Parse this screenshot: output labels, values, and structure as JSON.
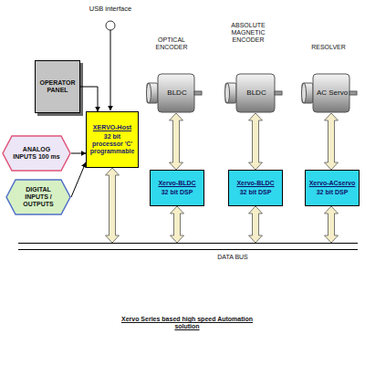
{
  "diagram": {
    "caption": "Xervo Series based high speed Automation solution",
    "nodes": [
      {
        "text": [
          "OPERATOR PANEL"
        ]
      },
      {
        "text": [
          "XERVO-Host",
          "32 bit processor 'C' programmable"
        ]
      },
      {
        "text": [
          "ANALOG INPUTS 100 ms"
        ]
      },
      {
        "text": [
          "DIGITAL INPUTS / OUTPUTS"
        ]
      },
      {
        "text": [
          "BLDC"
        ]
      },
      {
        "text": [
          "BLDC"
        ]
      },
      {
        "text": [
          "AC Servo"
        ]
      },
      {
        "text": [
          "Xervo-BLDC",
          "32 bit DSP"
        ]
      },
      {
        "text": [
          "Xervo-BLDC",
          "32 bit DSP"
        ]
      },
      {
        "text": [
          "Xervo-ACservo",
          "32 bit DSP"
        ]
      },
      {
        "text": [
          "DATA BUS"
        ]
      }
    ],
    "edges": [
      {
        "from": 0,
        "to": 1,
        "arrow": "to"
      },
      {
        "from": 2,
        "to": 1,
        "arrow": "to"
      },
      {
        "from": 3,
        "to": 1,
        "arrow": "to"
      },
      {
        "from": 4,
        "to": 7,
        "arrow": "both"
      },
      {
        "from": 5,
        "to": 8,
        "arrow": "both"
      },
      {
        "from": 6,
        "to": 9,
        "arrow": "both"
      },
      {
        "from": 1,
        "to": 10,
        "arrow": "both"
      },
      {
        "from": 7,
        "to": 10,
        "arrow": "both"
      },
      {
        "from": 8,
        "to": 10,
        "arrow": "both"
      },
      {
        "from": 9,
        "to": 10,
        "arrow": "both"
      }
    ],
    "labels": [
      "USB interface",
      "OPTICAL ENCODER",
      "ABSOLUTE MAGNETIC ENCODER",
      "RESOLVER"
    ]
  }
}
